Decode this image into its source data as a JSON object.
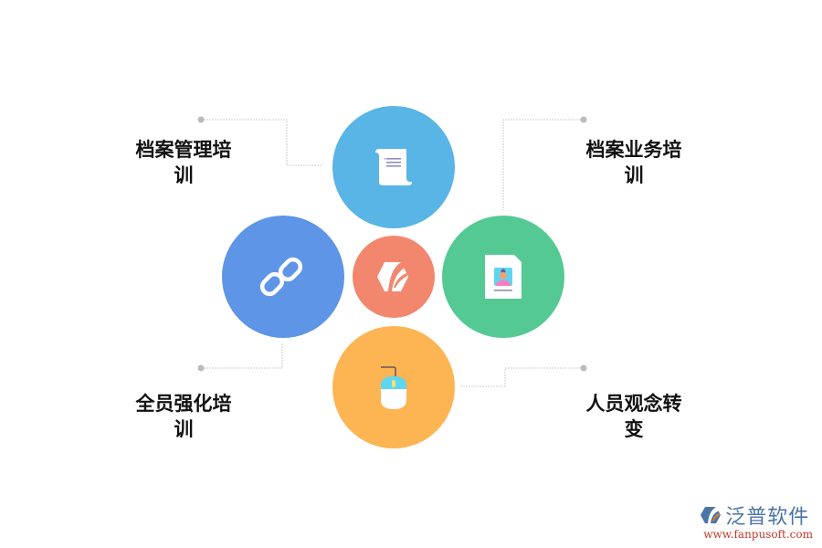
{
  "diagram": {
    "center": {
      "icon": "hexagon-logo-icon",
      "color": "#F2876E"
    },
    "nodes": [
      {
        "id": "top",
        "icon": "scroll-document-icon",
        "color": "#58B5E5"
      },
      {
        "id": "left",
        "icon": "chain-link-icon",
        "color": "#5E95E6"
      },
      {
        "id": "right",
        "icon": "id-card-document-icon",
        "color": "#55C993"
      },
      {
        "id": "bottom",
        "icon": "computer-mouse-icon",
        "color": "#FDB452"
      }
    ],
    "labels": [
      {
        "position": "top-left",
        "line1": "档案管理培",
        "line2": "训"
      },
      {
        "position": "top-right",
        "line1": "档案业务培",
        "line2": "训"
      },
      {
        "position": "bottom-left",
        "line1": "全员强化培",
        "line2": "训"
      },
      {
        "position": "bottom-right",
        "line1": "人员观念转",
        "line2": "变"
      }
    ],
    "connector_color": "#CCCCCC",
    "dot_color": "#BBBBBB"
  },
  "watermark": {
    "brand": "泛普软件",
    "url": "www.fanpusoft.com"
  }
}
